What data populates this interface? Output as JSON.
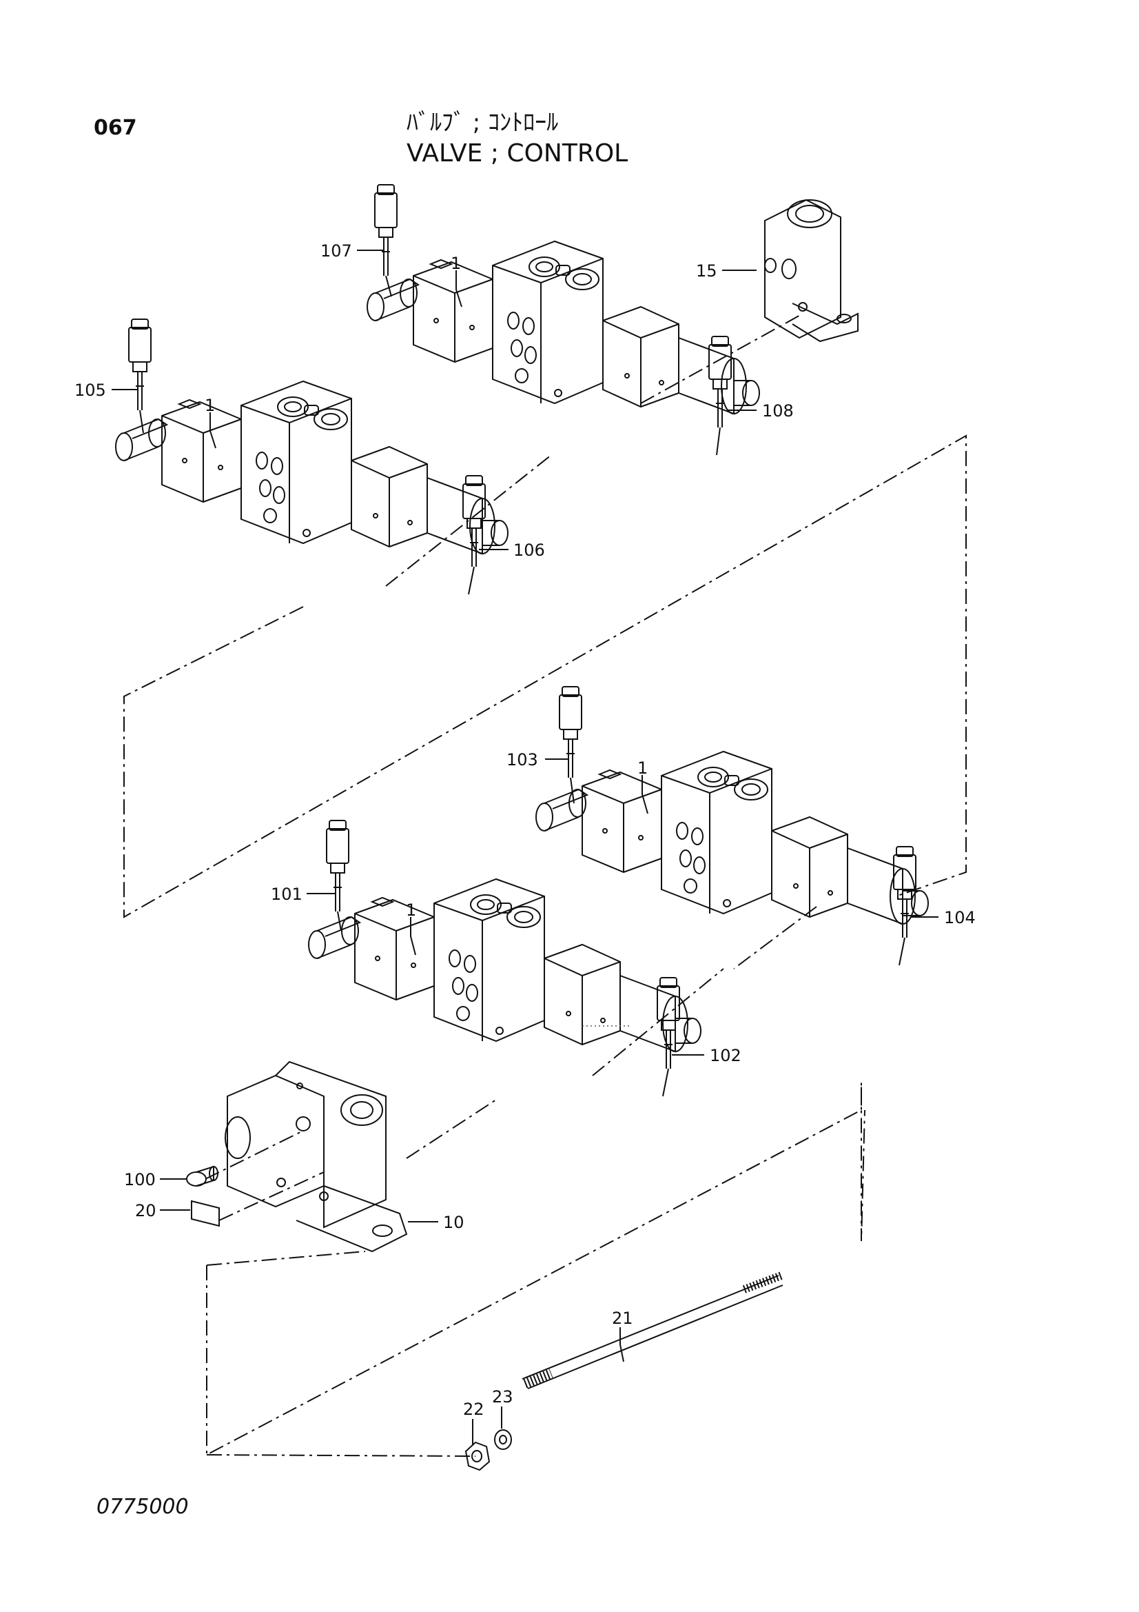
{
  "header": {
    "page_number": "067",
    "title_jp": "ﾊﾞﾙﾌﾞ ; ｺﾝﾄﾛｰﾙ",
    "title_en": "VALVE ; CONTROL"
  },
  "footer": {
    "drawing_code": "0775000"
  },
  "callouts": {
    "c107": "107",
    "c1a": "1",
    "c15": "15",
    "c105": "105",
    "c1b": "1",
    "c108": "108",
    "c106": "106",
    "c103": "103",
    "c1c": "1",
    "c101": "101",
    "c104": "104",
    "c1d": "1",
    "c102": "102",
    "c100": "100",
    "c20": "20",
    "c10": "10",
    "c21": "21",
    "c22": "22",
    "c23": "23"
  },
  "colors": {
    "ink": "#111111",
    "background": "#ffffff"
  }
}
